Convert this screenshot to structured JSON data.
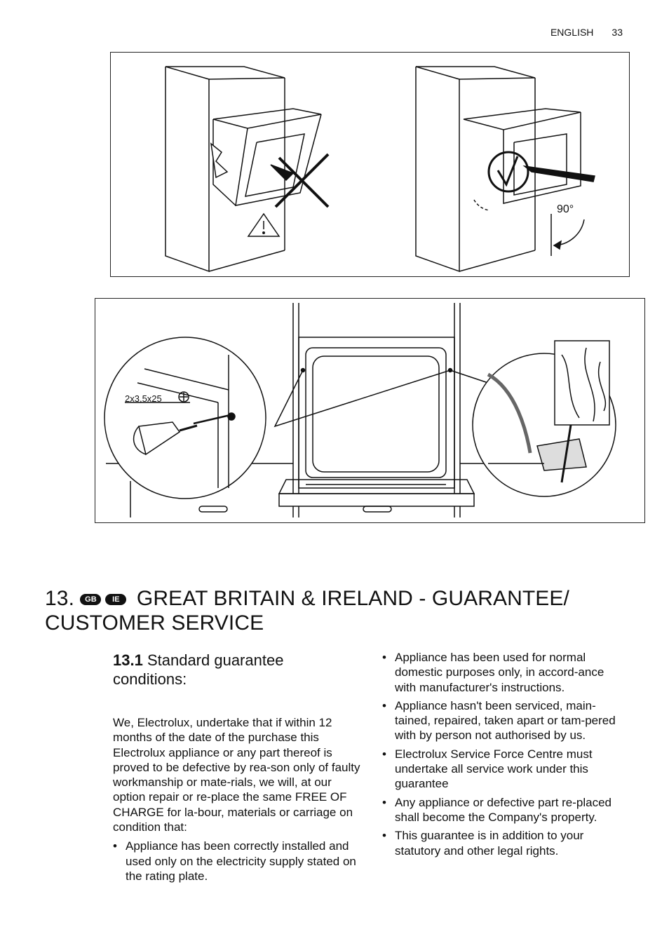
{
  "header": {
    "language": "ENGLISH",
    "page_number": "33"
  },
  "figure_top": {
    "angle_label": "90°"
  },
  "figure_bottom": {
    "screw_label": "2x3,5x25"
  },
  "section": {
    "number": "13.",
    "flags": [
      "GB",
      "IE"
    ],
    "title_line1": "GREAT BRITAIN & IRELAND - GUARANTEE/",
    "title_line2": "CUSTOMER SERVICE"
  },
  "subsection": {
    "number": "13.1",
    "title": "Standard guarantee conditions:"
  },
  "body": {
    "intro": "We, Electrolux, undertake that if within 12 months of the date of the purchase this Electrolux appliance or any part thereof is proved to be defective by rea-son only of faulty workmanship or mate-rials, we will, at our option repair or re-place the same FREE OF CHARGE for la-bour, materials or carriage on condition that:",
    "left_bullets": [
      "Appliance has been correctly installed and used only on the electricity supply stated on the rating plate."
    ],
    "right_bullets": [
      "Appliance has been used for normal domestic purposes only, in accord-ance with manufacturer's instructions.",
      "Appliance hasn't been serviced, main-tained, repaired, taken apart or tam-pered with by person not authorised by us.",
      "Electrolux Service Force Centre must undertake all service work under this guarantee",
      "Any appliance or defective part re-placed shall become the Company's property.",
      "This guarantee is in addition to your statutory and other legal rights."
    ]
  }
}
